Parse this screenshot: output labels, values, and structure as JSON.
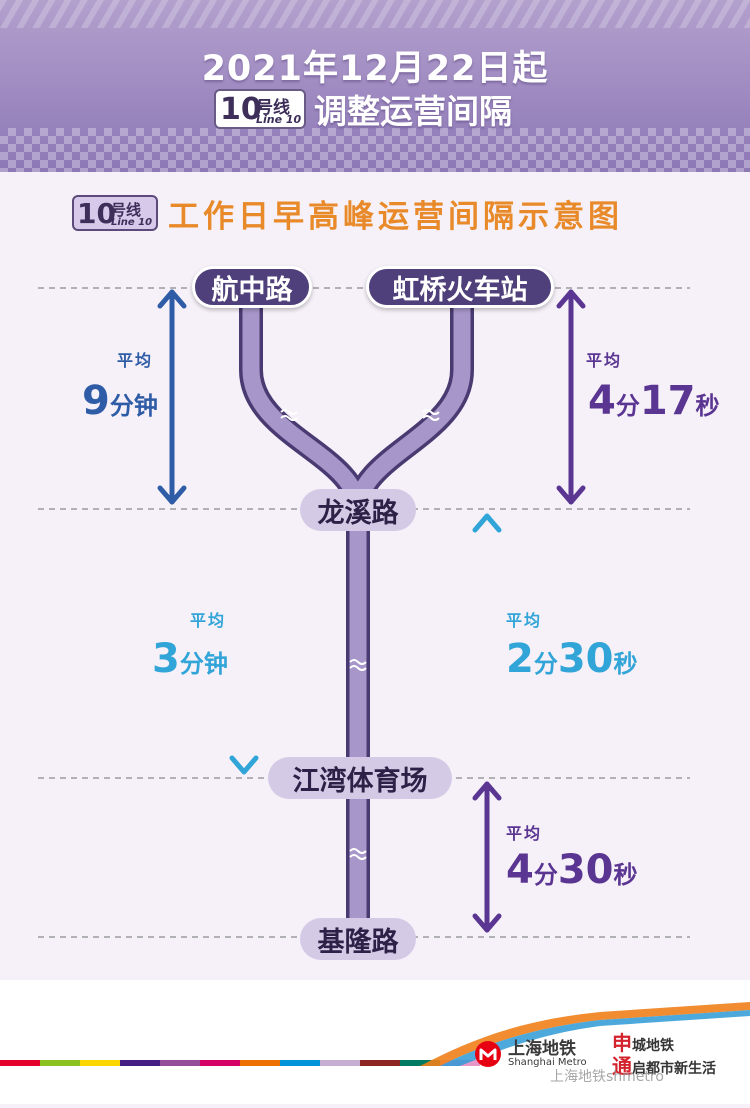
{
  "header": {
    "date": "2021年12月22日起",
    "line_number": "10",
    "line_suffix": "号线",
    "line_en": "Line 10",
    "subtitle": "调整运营间隔"
  },
  "diagram": {
    "title": "工作日早高峰运营间隔示意图",
    "stations": {
      "hangzhonglu": "航中路",
      "hongqiao": "虹桥火车站",
      "longxilu": "龙溪路",
      "jiangwan": "江湾体育场",
      "jilonglu": "基隆路"
    },
    "intervals": [
      {
        "label": "平均",
        "value_num": "9",
        "value_unit": "分钟",
        "segment": "航中路-龙溪路",
        "color": "#2f5ca6"
      },
      {
        "label": "平均",
        "value_num1": "4",
        "value_unit1": "分",
        "value_num2": "17",
        "value_unit2": "秒",
        "segment": "虹桥火车站-龙溪路",
        "color": "#5a3592"
      },
      {
        "label": "平均",
        "value_num": "3",
        "value_unit": "分钟",
        "segment": "龙溪路-江湾体育场",
        "color": "#31a4d8"
      },
      {
        "label": "平均",
        "value_num1": "2",
        "value_unit1": "分",
        "value_num2": "30",
        "value_unit2": "秒",
        "segment": "江湾体育场-龙溪路",
        "color": "#31a4d8"
      },
      {
        "label": "平均",
        "value_num1": "4",
        "value_unit1": "分",
        "value_num2": "30",
        "value_unit2": "秒",
        "segment": "基隆路-江湾体育场",
        "color": "#5a3592"
      }
    ],
    "line_color": "#a796c9"
  },
  "footer": {
    "logo_cn": "上海地铁",
    "logo_en": "Shanghai Metro",
    "slogan_mark1": "申",
    "slogan_text1": "城地铁",
    "slogan_mark2": "通",
    "slogan_text2": "启都市新生活",
    "watermark": "上海地铁shmetro"
  }
}
